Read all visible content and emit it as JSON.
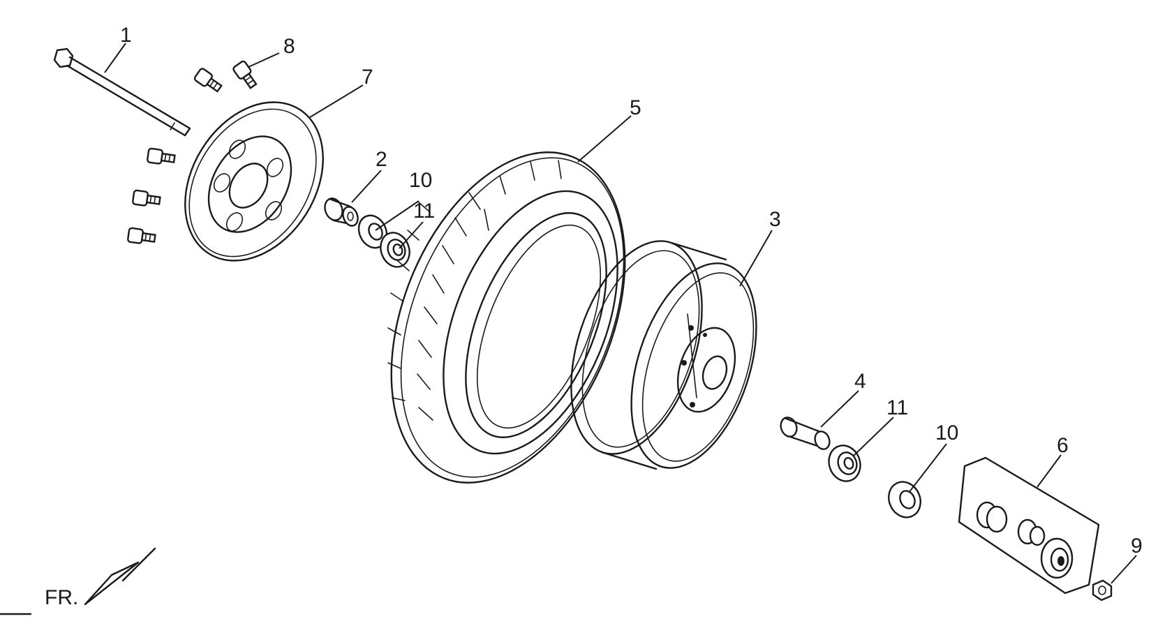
{
  "callouts": [
    {
      "id": "1",
      "label": "1"
    },
    {
      "id": "2",
      "label": "2"
    },
    {
      "id": "3",
      "label": "3"
    },
    {
      "id": "4",
      "label": "4"
    },
    {
      "id": "5",
      "label": "5"
    },
    {
      "id": "6",
      "label": "6"
    },
    {
      "id": "7",
      "label": "7"
    },
    {
      "id": "8",
      "label": "8"
    },
    {
      "id": "9",
      "label": "9"
    },
    {
      "id": "10a",
      "label": "10"
    },
    {
      "id": "10b",
      "label": "10"
    },
    {
      "id": "11a",
      "label": "11"
    },
    {
      "id": "11b",
      "label": "11"
    }
  ],
  "direction": {
    "label": "FR."
  },
  "colors": {
    "ink": "#1a1a1a",
    "paper": "#ffffff"
  }
}
